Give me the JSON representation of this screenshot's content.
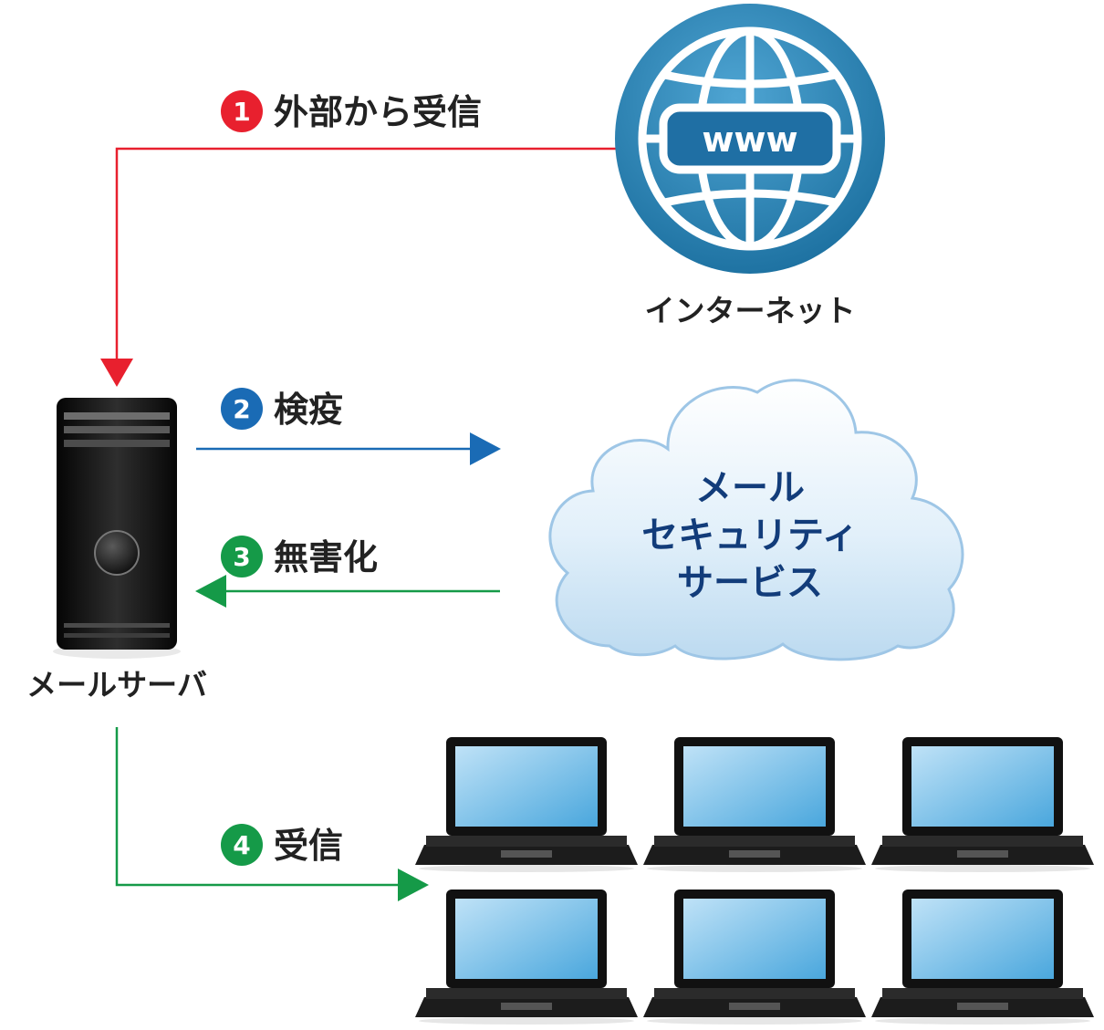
{
  "steps": [
    {
      "number": "1",
      "label": "外部から受信",
      "color": "#e8202e"
    },
    {
      "number": "2",
      "label": "検疫",
      "color": "#1a6bb5"
    },
    {
      "number": "3",
      "label": "無害化",
      "color": "#159a48"
    },
    {
      "number": "4",
      "label": "受信",
      "color": "#159a48"
    }
  ],
  "nodes": {
    "internet": {
      "label": "インターネット",
      "icon": "globe-www-icon",
      "badge_text": "www"
    },
    "mail_server": {
      "label": "メールサーバ",
      "icon": "tower-server-icon"
    },
    "security_service": {
      "line1": "メール",
      "line2": "セキュリティ",
      "line3": "サービス",
      "icon": "cloud-icon"
    },
    "clients": {
      "icon": "laptop-icon"
    }
  },
  "colors": {
    "red": "#e8202e",
    "blue": "#1a6bb5",
    "green": "#159a48",
    "globe": "#2b7fb4",
    "cloud_text": "#123c7a"
  }
}
